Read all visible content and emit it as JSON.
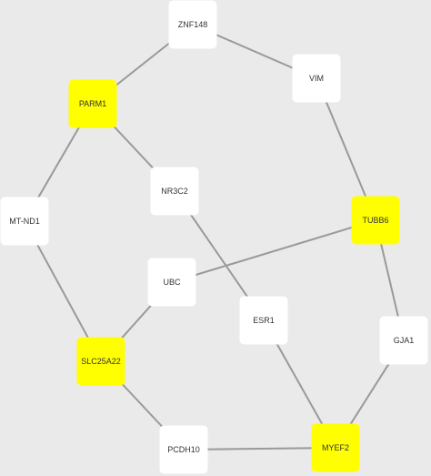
{
  "diagram": {
    "background": "#eaeaea",
    "edge_color": "#999999",
    "default_node_color": "#ffffff",
    "highlight_color": "#ffff00",
    "nodes": [
      {
        "id": "ZNF148",
        "label": "ZNF148",
        "highlighted": false
      },
      {
        "id": "VIM",
        "label": "VIM",
        "highlighted": false
      },
      {
        "id": "PARM1",
        "label": "PARM1",
        "highlighted": true
      },
      {
        "id": "NR3C2",
        "label": "NR3C2",
        "highlighted": false
      },
      {
        "id": "MT-ND1",
        "label": "MT-ND1",
        "highlighted": false
      },
      {
        "id": "TUBB6",
        "label": "TUBB6",
        "highlighted": true
      },
      {
        "id": "UBC",
        "label": "UBC",
        "highlighted": false
      },
      {
        "id": "ESR1",
        "label": "ESR1",
        "highlighted": false
      },
      {
        "id": "GJA1",
        "label": "GJA1",
        "highlighted": false
      },
      {
        "id": "SLC25A22",
        "label": "SLC25A22",
        "highlighted": true
      },
      {
        "id": "PCDH10",
        "label": "PCDH10",
        "highlighted": false
      },
      {
        "id": "MYEF2",
        "label": "MYEF2",
        "highlighted": true
      }
    ],
    "edges": [
      {
        "source": "ZNF148",
        "target": "PARM1"
      },
      {
        "source": "ZNF148",
        "target": "VIM"
      },
      {
        "source": "VIM",
        "target": "TUBB6"
      },
      {
        "source": "PARM1",
        "target": "NR3C2"
      },
      {
        "source": "PARM1",
        "target": "MT-ND1"
      },
      {
        "source": "NR3C2",
        "target": "ESR1"
      },
      {
        "source": "MT-ND1",
        "target": "SLC25A22"
      },
      {
        "source": "TUBB6",
        "target": "UBC"
      },
      {
        "source": "TUBB6",
        "target": "GJA1"
      },
      {
        "source": "UBC",
        "target": "SLC25A22"
      },
      {
        "source": "ESR1",
        "target": "MYEF2"
      },
      {
        "source": "GJA1",
        "target": "MYEF2"
      },
      {
        "source": "SLC25A22",
        "target": "PCDH10"
      },
      {
        "source": "PCDH10",
        "target": "MYEF2"
      }
    ]
  }
}
